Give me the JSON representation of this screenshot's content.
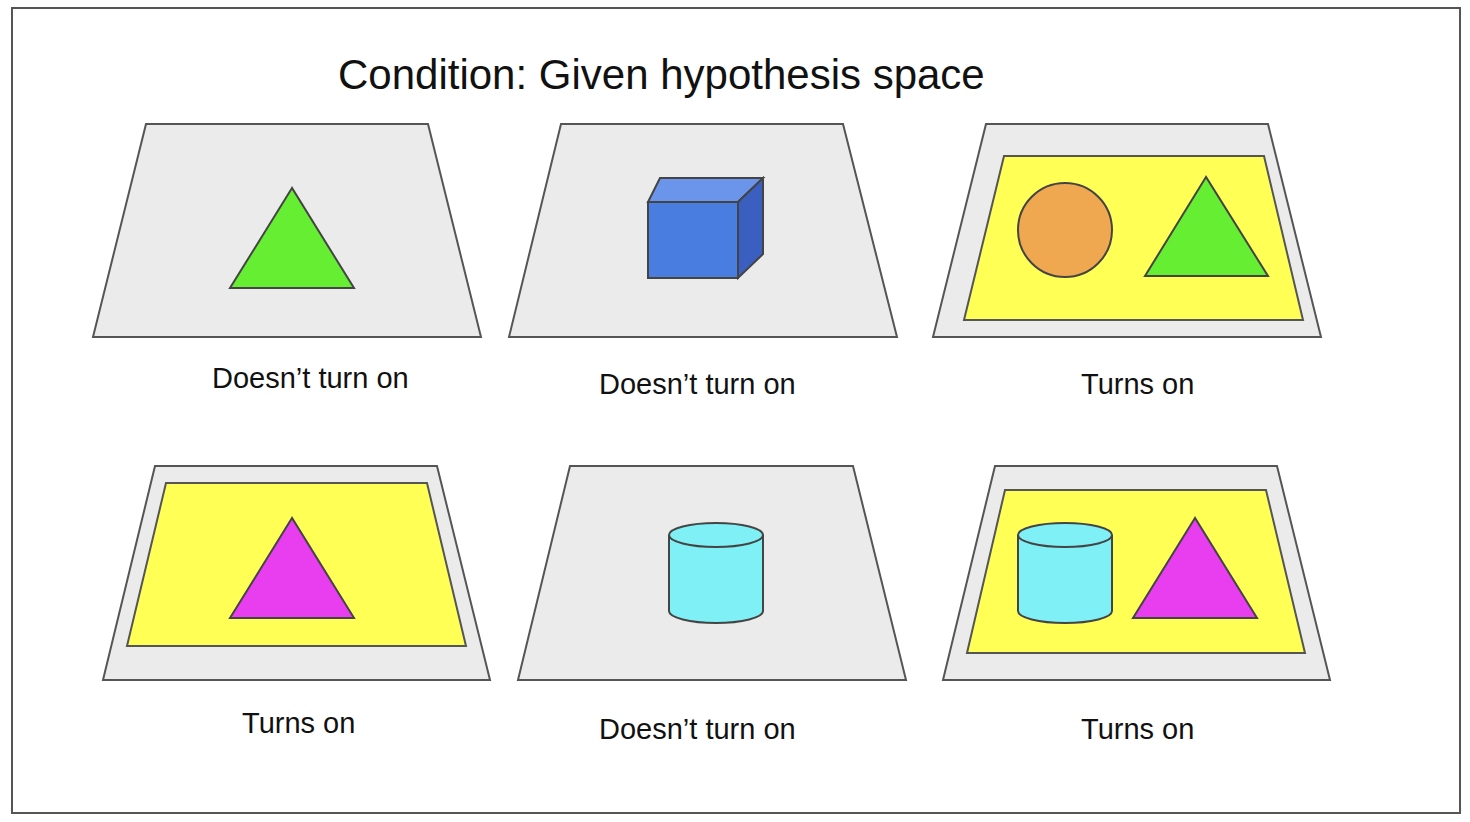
{
  "diagram": {
    "title": "Condition: Given hypothesis space",
    "labels": [
      "Doesn’t turn on",
      "Doesn’t turn on",
      "Turns on",
      "Turns on",
      "Doesn’t turn on",
      "Turns on"
    ]
  }
}
